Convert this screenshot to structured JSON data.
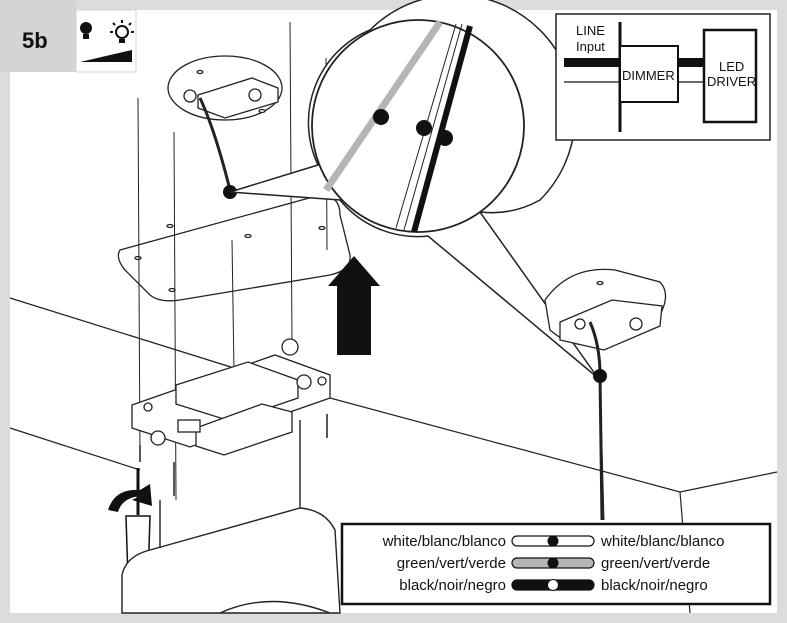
{
  "step": {
    "label": "5b"
  },
  "wiring_diagram": {
    "line_label": "LINE",
    "line_sublabel": "Input",
    "dimmer_label": "DIMMER",
    "driver_label_1": "LED",
    "driver_label_2": "DRIVER"
  },
  "legend": {
    "rows": [
      {
        "left": "white/blanc/blanco",
        "right": "white/blanc/blanco",
        "wire_color": "#ffffff",
        "dot_color": "#111111"
      },
      {
        "left": "green/vert/verde",
        "right": "green/vert/verde",
        "wire_color": "#b5b5b5",
        "dot_color": "#111111"
      },
      {
        "left": "black/noir/negro",
        "right": "black/noir/negro",
        "wire_color": "#111111",
        "dot_color": "#ffffff"
      }
    ]
  },
  "icons": [
    "bulb-icon",
    "sun-icon",
    "dimmer-ramp-icon",
    "arrow-up-icon",
    "screwdriver-icon",
    "rotate-arrow-icon"
  ]
}
